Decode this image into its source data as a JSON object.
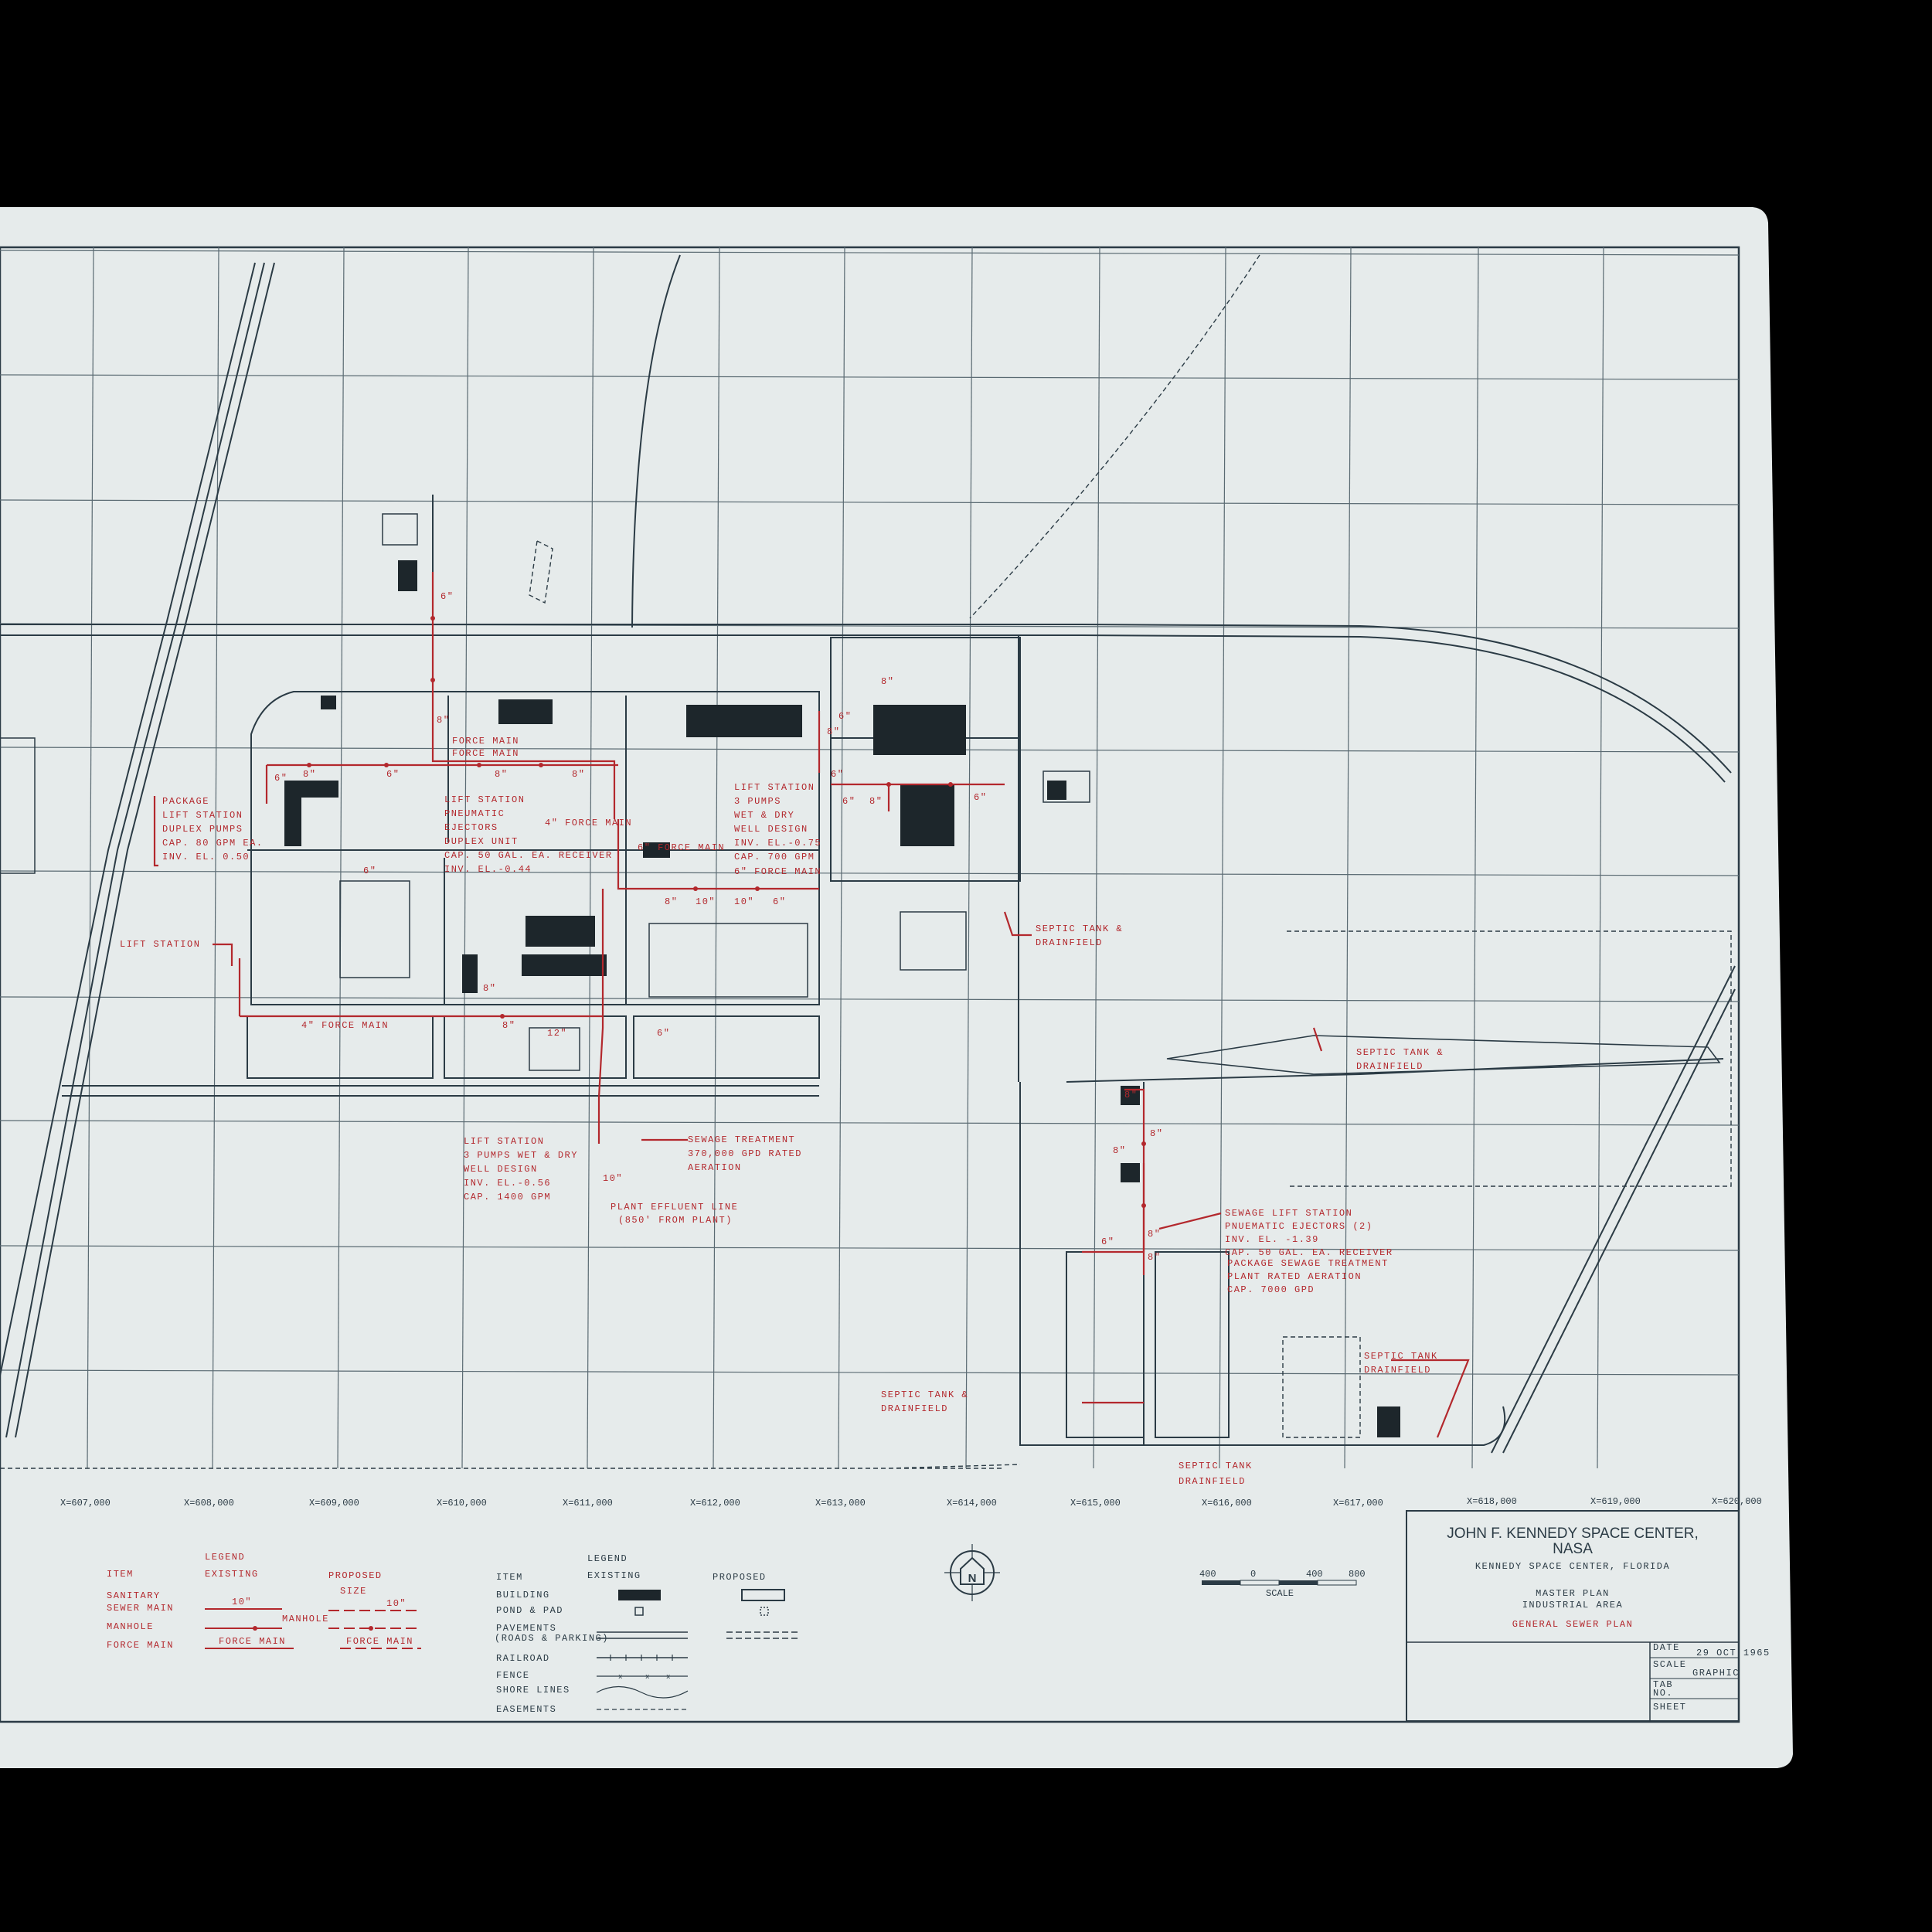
{
  "title_block": {
    "title_line1": "JOHN F. KENNEDY SPACE CENTER,",
    "title_line2": "NASA",
    "location": "KENNEDY SPACE CENTER, FLORIDA",
    "plan_line1": "MASTER PLAN",
    "plan_line2": "INDUSTRIAL AREA",
    "drawing_name": "GENERAL SEWER PLAN",
    "date_label": "DATE",
    "date_value": "29 OCT 1965",
    "scale_label": "SCALE",
    "scale_value": "GRAPHIC",
    "tab_label": "TAB",
    "no_label": "NO.",
    "sheet_label": "SHEET"
  },
  "grid_labels": [
    "X=607,000",
    "X=608,000",
    "X=609,000",
    "X=610,000",
    "X=611,000",
    "X=612,000",
    "X=613,000",
    "X=614,000",
    "X=615,000",
    "X=616,000",
    "X=617,000",
    "X=618,000",
    "X=619,000",
    "X=620,000"
  ],
  "scale_bar": {
    "ticks": [
      "400",
      "0",
      "400",
      "800"
    ],
    "label": "SCALE"
  },
  "north_arrow": {
    "letter": "N"
  },
  "legend_sewer": {
    "title": "LEGEND",
    "col_item": "ITEM",
    "col_existing": "EXISTING",
    "col_proposed": "PROPOSED",
    "size_label": "SIZE",
    "row1_a": "SANITARY",
    "row1_b": "SEWER MAIN",
    "row1_existing": "10\"",
    "row1_proposed": "10\"",
    "row2": "MANHOLE",
    "row2_note": "MANHOLE",
    "row3": "FORCE MAIN",
    "row3_existing": "FORCE MAIN",
    "row3_proposed": "FORCE MAIN"
  },
  "legend_general": {
    "title": "LEGEND",
    "col_item": "ITEM",
    "col_existing": "EXISTING",
    "col_proposed": "PROPOSED",
    "rows": [
      "BUILDING",
      "POND & PAD",
      "PAVEMENTS",
      "(ROADS & PARKING)",
      "RAILROAD",
      "FENCE",
      "SHORE LINES",
      "EASEMENTS"
    ]
  },
  "annotations": {
    "pkg_lift": [
      "PACKAGE",
      "LIFT STATION",
      "DUPLEX PUMPS",
      "CAP. 80 GPM EA.",
      "INV. EL. 0.50"
    ],
    "lift_station_w": "LIFT STATION",
    "force_main_4": "4\" FORCE MAIN",
    "lift_pneumatic": [
      "LIFT STATION",
      "PNEUMATIC",
      "EJECTORS",
      "DUPLEX UNIT",
      "CAP. 50 GAL. EA. RECEIVER",
      "INV. EL.-0.44"
    ],
    "force_main_top1": "FORCE MAIN",
    "force_main_top2": "FORCE MAIN",
    "force_main_mid": "4\" FORCE MAIN",
    "force_main_6": "6\" FORCE MAIN",
    "lift_3pumps_a": [
      "LIFT STATION",
      "3 PUMPS",
      "WET & DRY",
      "WELL DESIGN",
      "INV. EL.-0.75",
      "CAP. 700 GPM"
    ],
    "force_main_6b": "6\" FORCE MAIN",
    "septic1": [
      "SEPTIC TANK &",
      "DRAINFIELD"
    ],
    "septic2": [
      "SEPTIC TANK &",
      "DRAINFIELD"
    ],
    "lift_3pumps_b": [
      "LIFT STATION",
      "3 PUMPS  WET & DRY",
      "WELL DESIGN",
      "INV. EL.-0.56",
      "CAP. 1400 GPM"
    ],
    "sewage_treatment": [
      "SEWAGE TREATMENT",
      "370,000 GPD RATED",
      "AERATION"
    ],
    "effluent": [
      "PLANT EFFLUENT LINE",
      "(850' FROM PLANT)"
    ],
    "pipe_10": "10\"",
    "sewage_lift": [
      "SEWAGE LIFT STATION",
      "PNUEMATIC EJECTORS (2)",
      "INV. EL. -1.39",
      "CAP. 50 GAL. EA. RECEIVER"
    ],
    "pkg_treatment": [
      "PACKAGE SEWAGE TREATMENT",
      "PLANT RATED AERATION",
      "CAP. 7000 GPD"
    ],
    "septic3": [
      "SEPTIC TANK",
      "DRAINFIELD"
    ],
    "septic4": [
      "SEPTIC TANK &",
      "DRAINFIELD"
    ],
    "septic5": [
      "SEPTIC TANK",
      "DRAINFIELD"
    ],
    "pipe_sizes": [
      "6\"",
      "8\"",
      "6\"",
      "8\"",
      "6\"",
      "6\"",
      "8\"",
      "8\"",
      "10\"",
      "8\"",
      "10\"",
      "6\"",
      "8\"",
      "8\"",
      "12\"",
      "6\"",
      "6\"",
      "8\"",
      "6\"",
      "6\"",
      "8\"",
      "8\"",
      "6\"",
      "8\"",
      "8\"",
      "8\"",
      "6\"",
      "8\"",
      "8\""
    ]
  },
  "colors": {
    "background": "#000000",
    "paper": "#e6ebeb",
    "ink": "#2b3b45",
    "sewer_red": "#b3282d"
  }
}
